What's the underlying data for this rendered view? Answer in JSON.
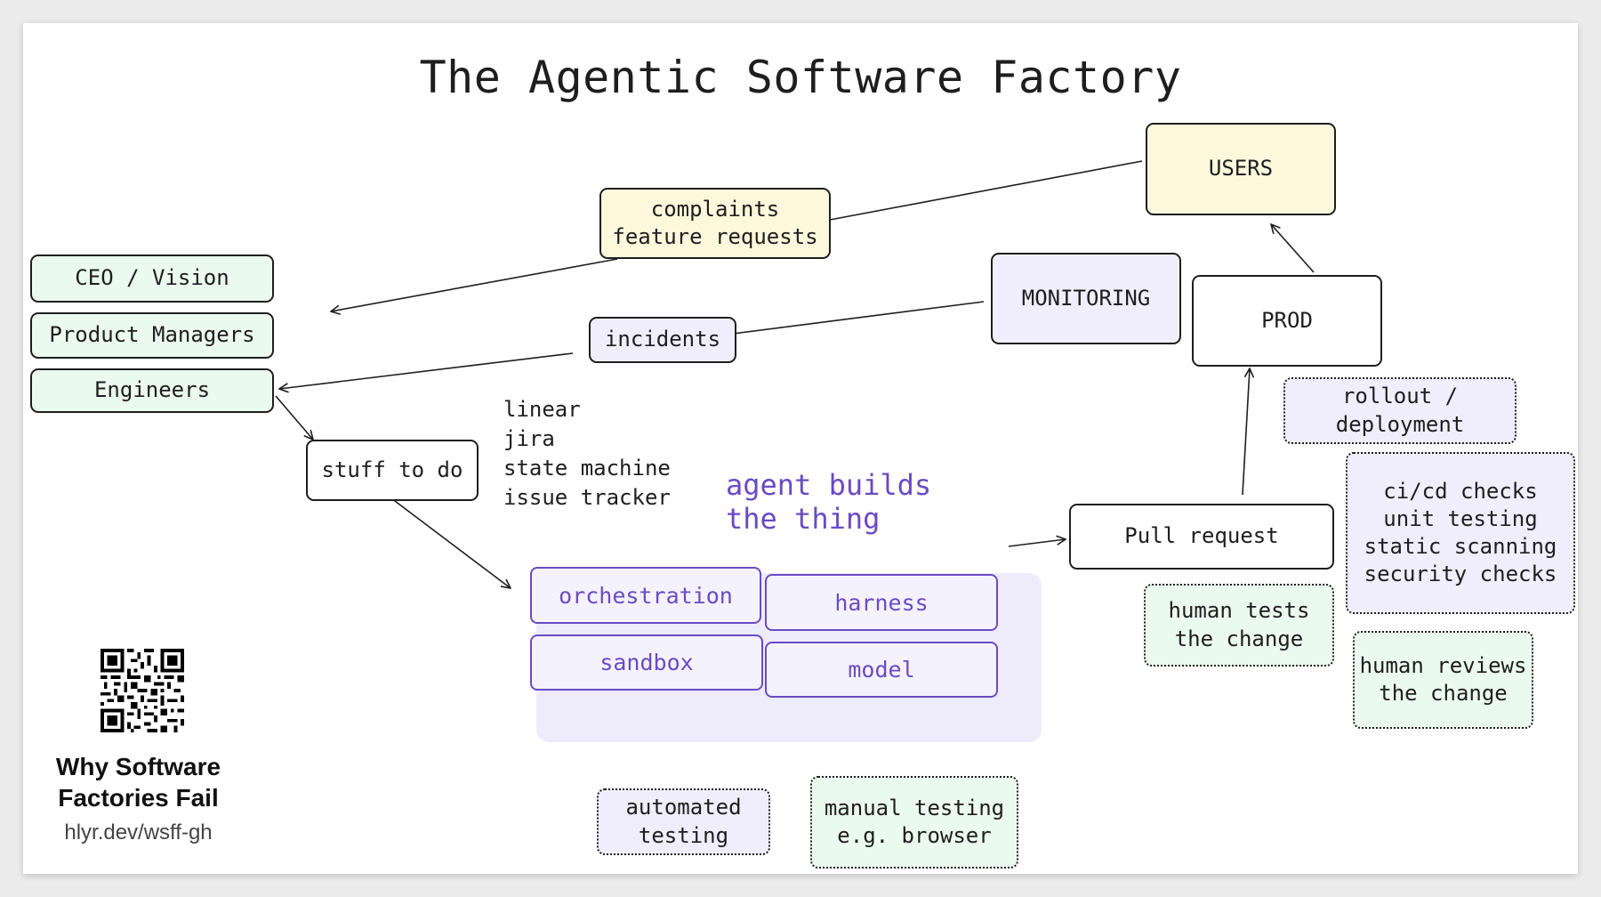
{
  "title": "The Agentic Software Factory",
  "boxes": {
    "users": "USERS",
    "complaints": "complaints\nfeature requests",
    "ceo": "CEO / Vision",
    "product_managers": "Product Managers",
    "engineers": "Engineers",
    "monitoring": "MONITORING",
    "prod": "PROD",
    "incidents": "incidents",
    "rollout": "rollout /\ndeployment",
    "stuff_to_do": "stuff to do",
    "trackers": "linear\njira\nstate machine\nissue tracker",
    "agent_label": "agent builds\nthe thing",
    "pull_request": "Pull request",
    "ci_cd": "ci/cd checks\nunit testing\nstatic scanning\nsecurity checks",
    "human_tests": "human tests\nthe change",
    "human_reviews": "human reviews\nthe change",
    "orchestration": "orchestration",
    "harness": "harness",
    "sandbox": "sandbox",
    "model": "model",
    "automated_testing": "automated\ntesting",
    "manual_testing": "manual testing\ne.g. browser"
  },
  "qr": {
    "title": "Why Software\nFactories Fail",
    "url": "hlyr.dev/wsff-gh"
  },
  "colors": {
    "green_fill": "#ebfaee",
    "yellow_fill": "#fdf8dc",
    "lavender_fill": "#f0eefd",
    "agent_purple": "#6a4bc4",
    "stroke": "#1e1e1e"
  }
}
